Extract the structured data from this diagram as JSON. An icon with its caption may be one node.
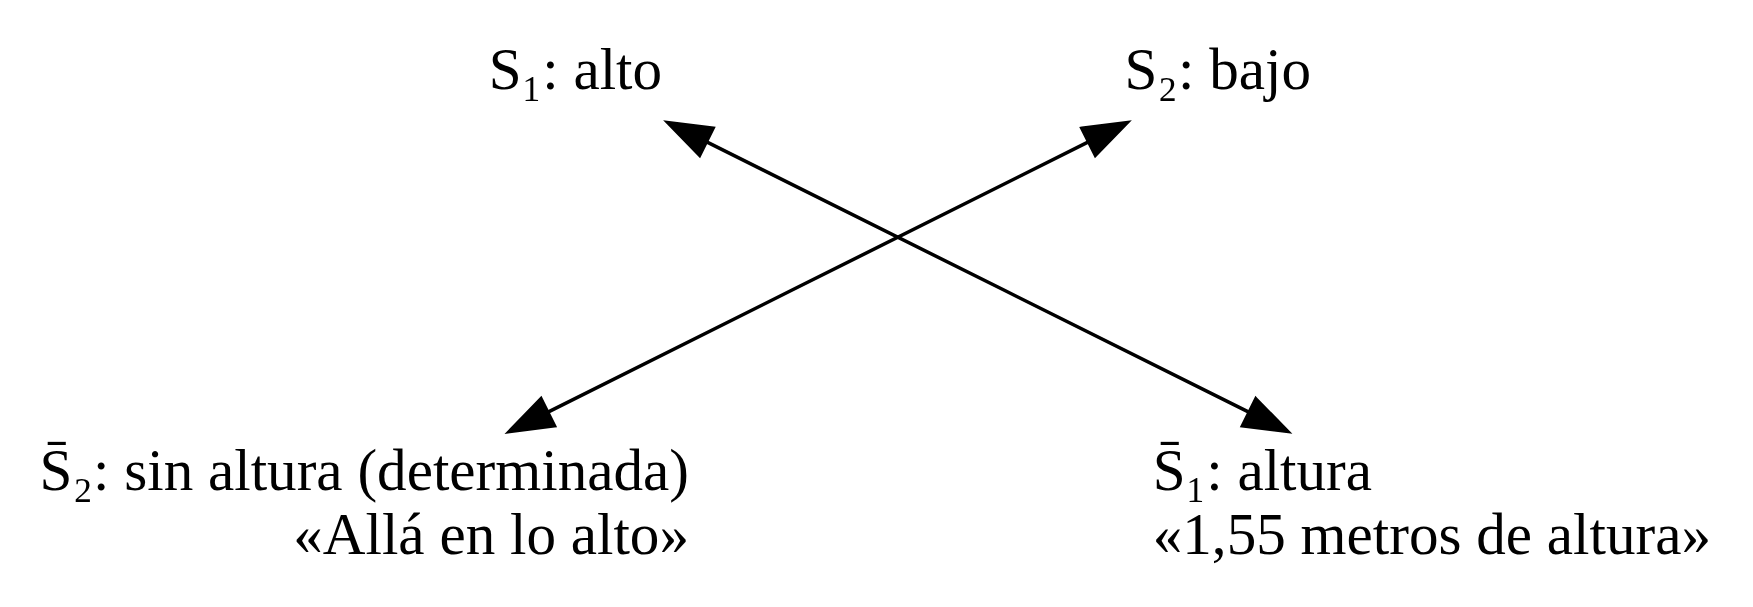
{
  "diagram": {
    "nodes": [
      {
        "text": [
          "S₁: alto"
        ]
      },
      {
        "text": [
          "S₂: bajo"
        ]
      },
      {
        "text": [
          "S̄₂: sin altura (determinada)",
          "«Allá en lo alto»"
        ]
      },
      {
        "text": [
          "S̄₁: altura",
          "«1,55 metros de altura»"
        ]
      }
    ],
    "edges": [
      {
        "from": 0,
        "to": 3,
        "arrow": "both"
      },
      {
        "from": 1,
        "to": 2,
        "arrow": "both"
      }
    ]
  }
}
